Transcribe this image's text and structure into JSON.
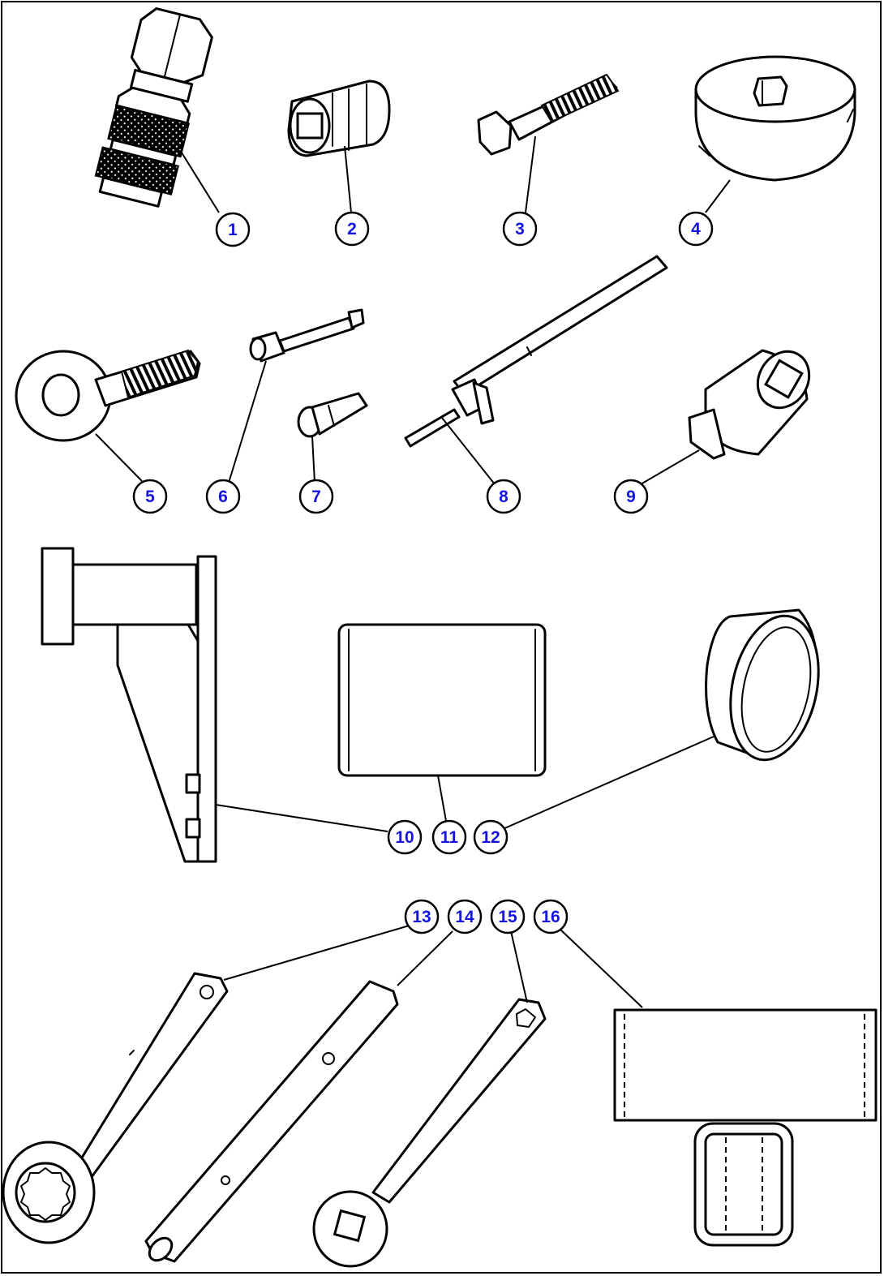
{
  "callouts": [
    {
      "label": "1"
    },
    {
      "label": "2"
    },
    {
      "label": "3"
    },
    {
      "label": "4"
    },
    {
      "label": "5"
    },
    {
      "label": "6"
    },
    {
      "label": "7"
    },
    {
      "label": "8"
    },
    {
      "label": "9"
    },
    {
      "label": "10"
    },
    {
      "label": "11"
    },
    {
      "label": "12"
    },
    {
      "label": "13"
    },
    {
      "label": "14"
    },
    {
      "label": "15"
    },
    {
      "label": "16"
    }
  ],
  "colors": {
    "callout_text": "#1515e0",
    "line": "#000000",
    "background": "#ffffff"
  }
}
